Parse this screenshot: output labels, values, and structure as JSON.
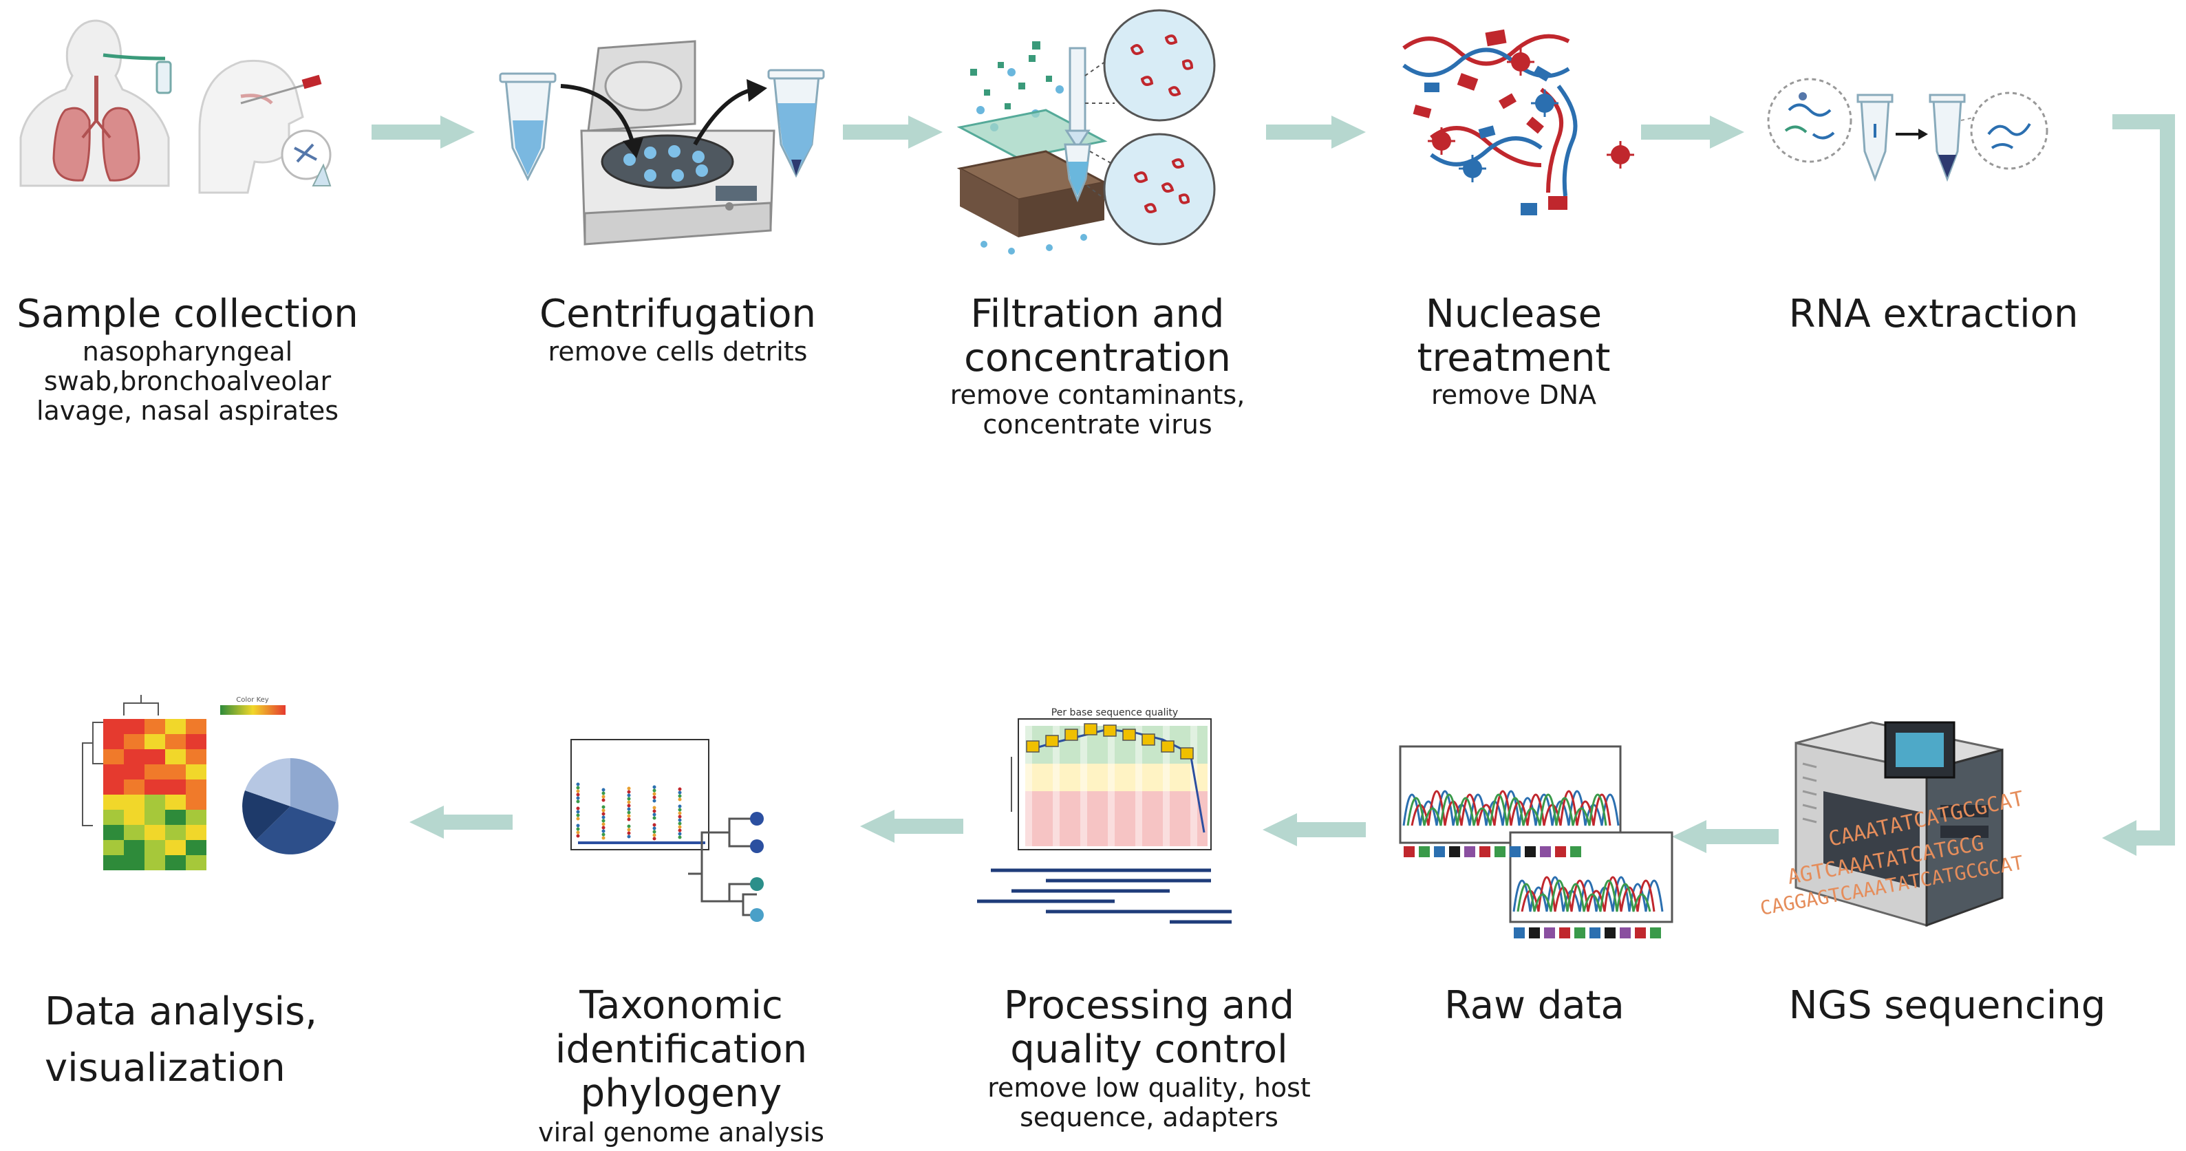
{
  "colors": {
    "arrow": "#b6d7cf",
    "text": "#1a1a1a",
    "dna_red": "#c0272d",
    "dna_blue": "#2b6fb0",
    "sequence_orange": "#e58d5b",
    "read_navy": "#1f3c7a"
  },
  "steps": [
    {
      "id": "sample-collection",
      "title": "Sample collection",
      "subtitle": "nasopharyngeal swab,bronchoalveolar lavage,  nasal aspirates",
      "icon": "respiratory-sampling-icon"
    },
    {
      "id": "centrifugation",
      "title": "Centrifugation",
      "subtitle": "remove cells detrits",
      "icon": "centrifuge-icon"
    },
    {
      "id": "filtration",
      "title": "Filtration and concentration",
      "subtitle": "remove contaminants, concentrate virus",
      "icon": "filter-icon"
    },
    {
      "id": "nuclease",
      "title": "Nuclease treatment",
      "subtitle": "remove DNA",
      "icon": "dna-digestion-icon"
    },
    {
      "id": "rna-extraction",
      "title": "RNA extraction",
      "subtitle": "",
      "icon": "rna-tube-icon"
    },
    {
      "id": "ngs",
      "title": "NGS sequencing",
      "subtitle": "",
      "icon": "sequencer-icon"
    },
    {
      "id": "raw-data",
      "title": "Raw data",
      "subtitle": "",
      "icon": "chromatogram-icon"
    },
    {
      "id": "processing",
      "title": "Processing and quality control",
      "subtitle": "remove low quality, host sequence, adapters",
      "icon": "quality-plot-icon"
    },
    {
      "id": "taxonomic",
      "title": "Taxonomic identification phylogeny",
      "subtitle": "viral genome analysis",
      "icon": "phylogeny-tree-icon"
    },
    {
      "id": "data-analysis",
      "title": "Data analysis, visualization",
      "subtitle": "",
      "icon": "heatmap-pie-icon"
    }
  ],
  "ngs_sequences": [
    "CAAATATCATGCGCAT",
    "AGTCAAATATCATGCG",
    "CAGGAGTCAAATATCATGCGCAT"
  ],
  "quality_plot_title": "Per base sequence quality",
  "heatmap_legend_title": "Color Key"
}
